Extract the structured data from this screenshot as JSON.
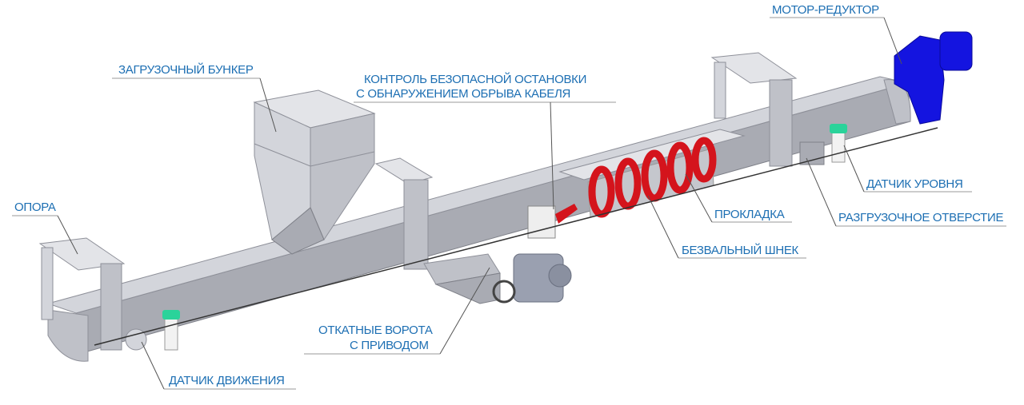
{
  "labels": {
    "motor_reducer": "МОТОР-РЕДУКТОР",
    "loading_hopper": "ЗАГРУЗОЧНЫЙ БУНКЕР",
    "safety_stop_line1": "КОНТРОЛЬ БЕЗОПАСНОЙ ОСТАНОВКИ",
    "safety_stop_line2": "С ОБНАРУЖЕНИЕМ ОБРЫВА КАБЕЛЯ",
    "support": "ОПОРА",
    "level_sensor": "ДАТЧИК УРОВНЯ",
    "liner": "ПРОКЛАДКА",
    "discharge_opening": "РАЗГРУЗОЧНОЕ ОТВЕРСТИЕ",
    "shaftless_screw": "БЕЗВАЛЬНЫЙ ШНЕК",
    "gate_line1": "ОТКАТНЫЕ ВОРОТА",
    "gate_line2": "С ПРИВОДОМ",
    "motion_sensor": "ДАТЧИК ДВИЖЕНИЯ"
  },
  "colors": {
    "label_text": "#1d6fb3",
    "motor": "#1414e0",
    "screw": "#d4141c",
    "sensor_cap": "#2ad39a"
  }
}
